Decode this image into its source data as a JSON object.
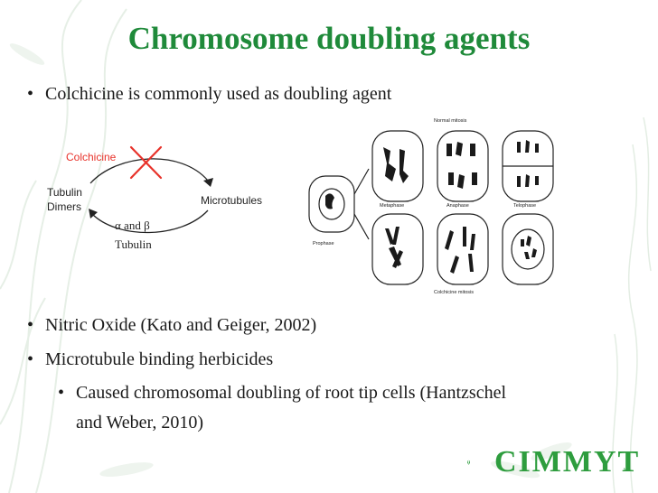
{
  "slide": {
    "title": "Chromosome doubling agents",
    "bullets": {
      "b1": "Colchicine is commonly used as doubling agent",
      "b2": "Nitric Oxide (Kato and Geiger, 2002)",
      "b3": "Microtubule binding herbicides",
      "b4_line1": "Caused chromosomal doubling of root tip cells (Hantzschel",
      "b4_line2": "and Weber, 2010)"
    },
    "bullet_symbol": "•"
  },
  "left_diagram": {
    "colchicine": "Colchicine",
    "tubulin_line1": "Tubulin",
    "tubulin_line2": "Dimers",
    "microtubules": "Microtubules",
    "alpha_beta": "α and β",
    "alpha_beta_tubulin": "Tubulin",
    "colchicine_color": "#e8322a",
    "cross_color": "#e8322a"
  },
  "right_diagram": {
    "normal_mitosis": "Normal mitosis",
    "metaphase": "Metaphase",
    "anaphase": "Anaphase",
    "telophase": "Telophase",
    "prophase": "Prophase",
    "colchicine_mitosis": "Colchicine mitosis"
  },
  "logo": {
    "name": "CIMMYT",
    "mark": "MR",
    "color": "#2e9d3e"
  },
  "colors": {
    "title": "#1f8a3a",
    "text": "#1a1a1a"
  }
}
